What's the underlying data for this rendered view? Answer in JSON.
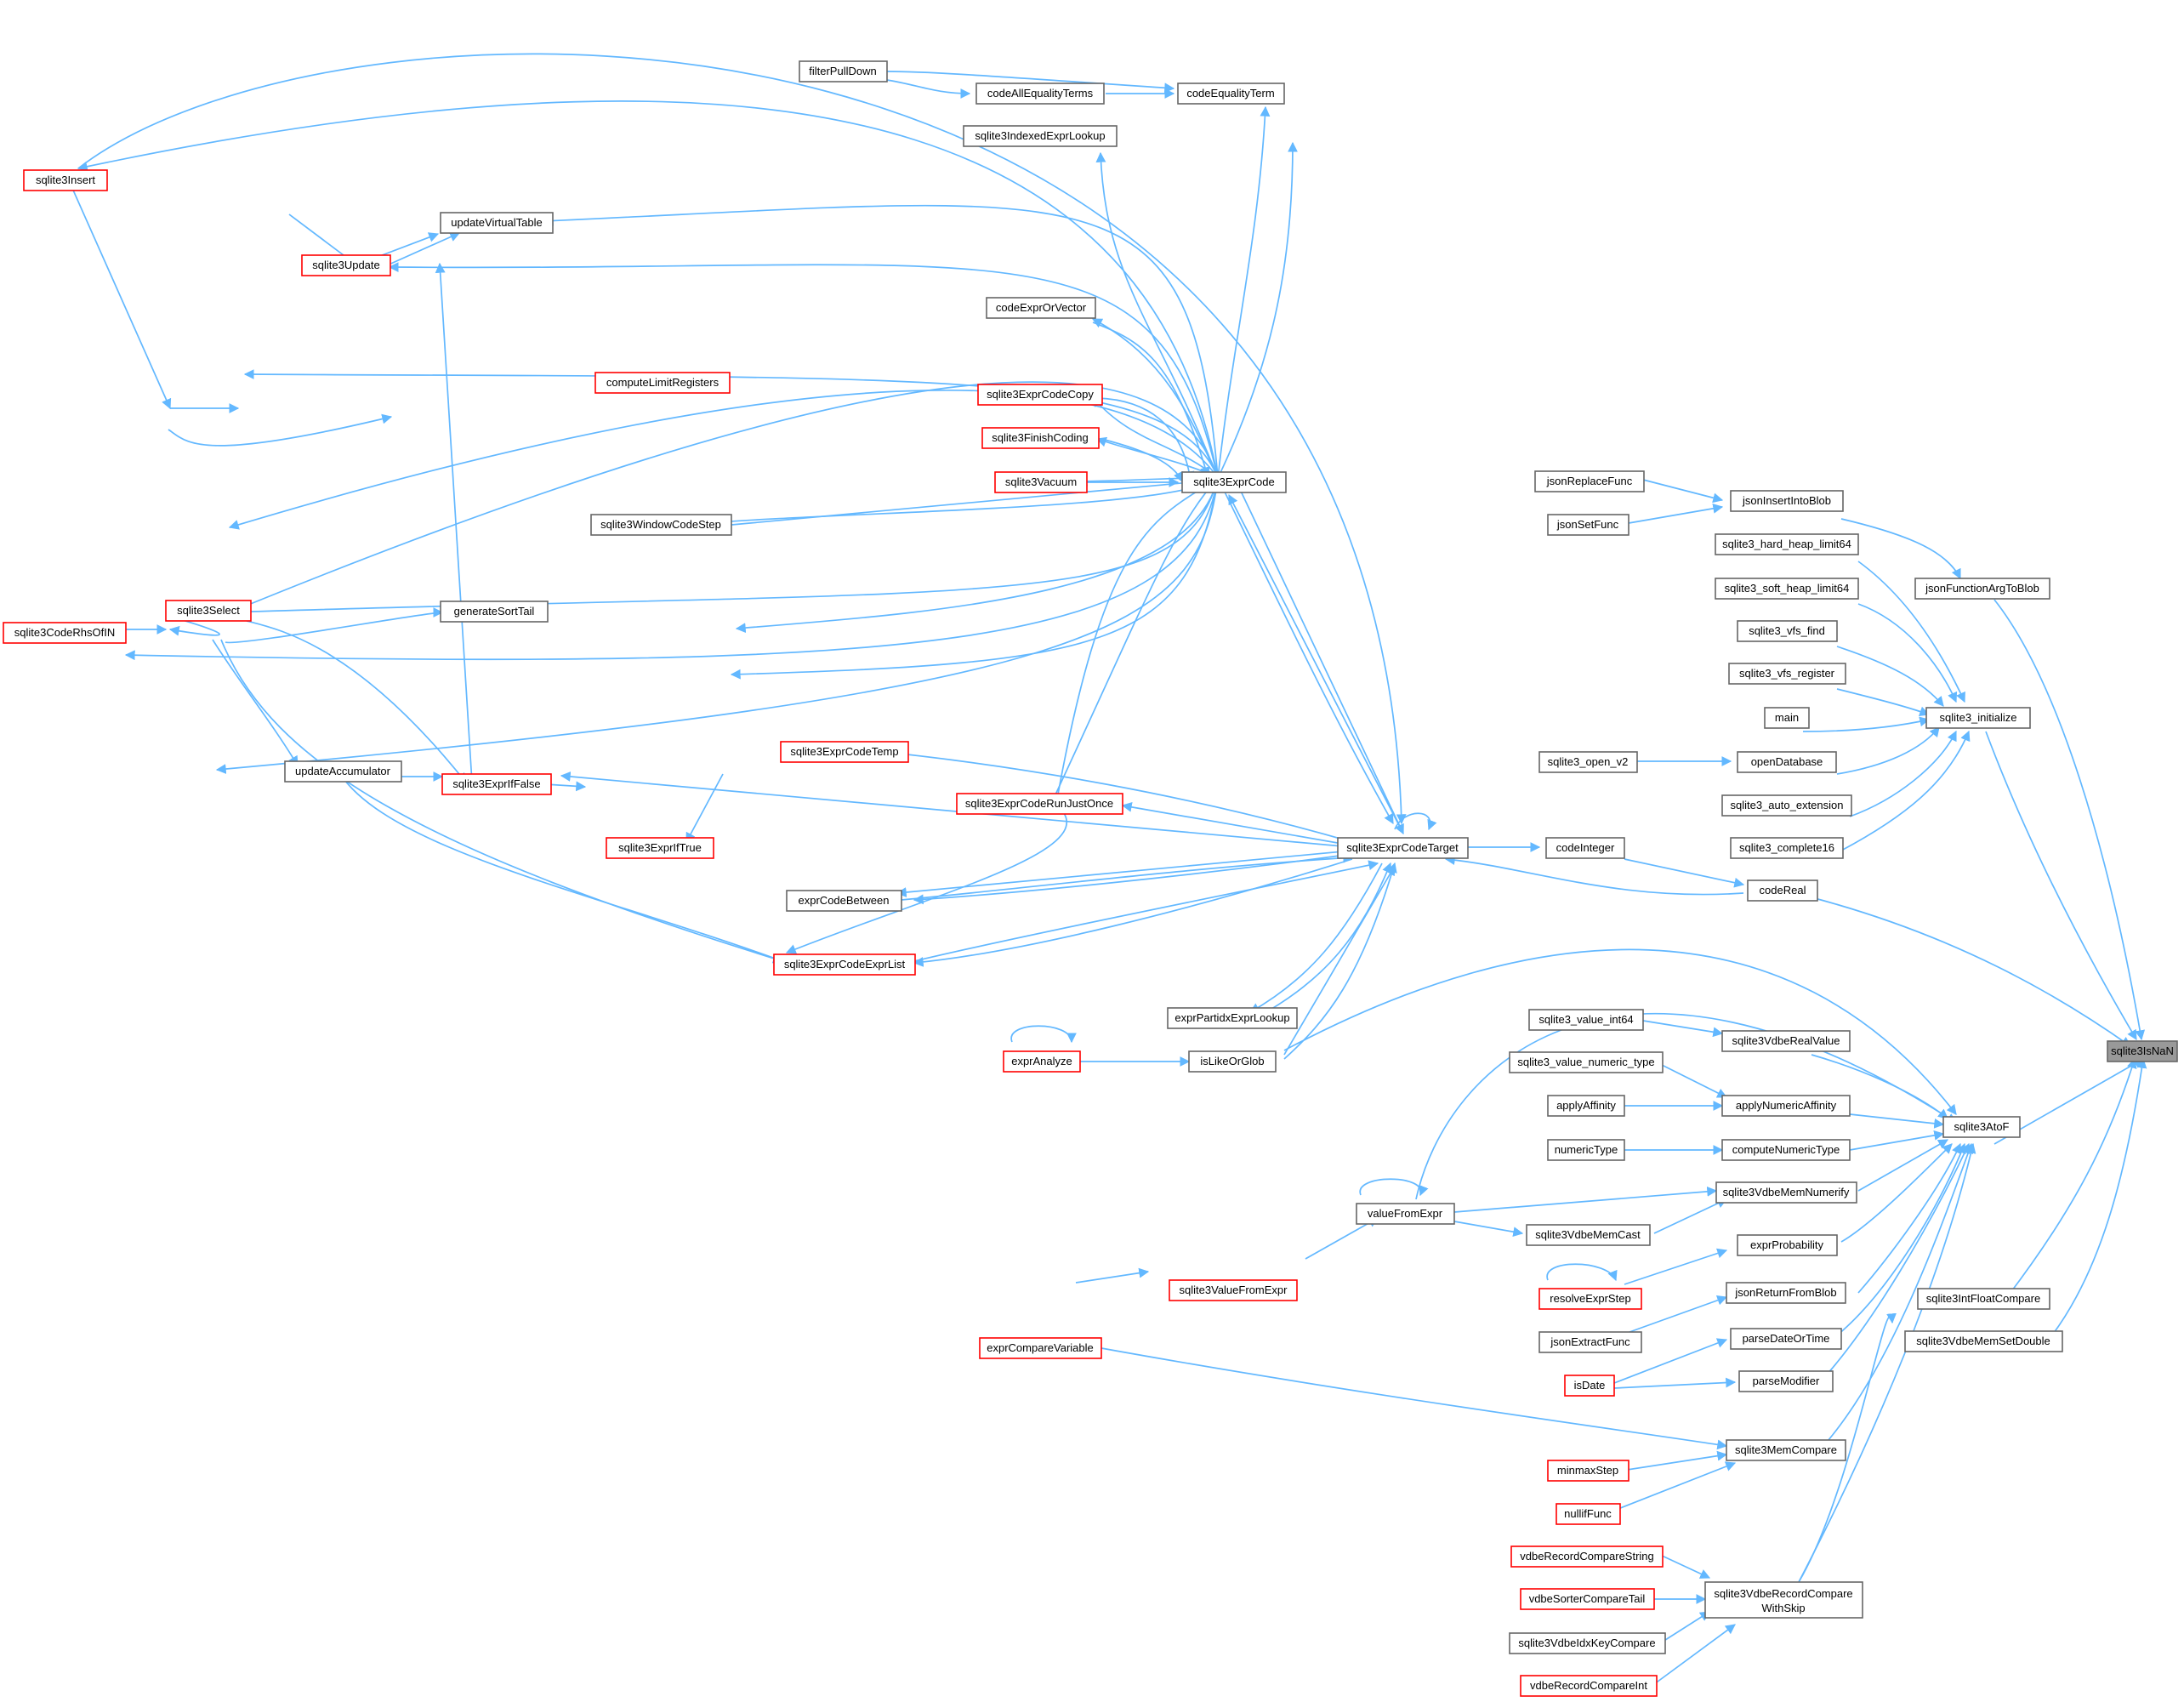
{
  "colors": {
    "edge": "#63b8ff",
    "node_border": "#666666",
    "node_border_truncated": "#ff0000",
    "target_fill": "#999999",
    "node_fill": "#ffffff",
    "text": "#000000"
  },
  "nodes": {
    "n_insert": {
      "label": "sqlite3Insert",
      "style": "red"
    },
    "n_select": {
      "label": "sqlite3Select",
      "style": "red"
    },
    "n_rhsofin": {
      "label": "sqlite3CodeRhsOfIN",
      "style": "red"
    },
    "n_update": {
      "label": "sqlite3Update",
      "style": "red"
    },
    "n_updvt": {
      "label": "updateVirtualTable",
      "style": "normal"
    },
    "n_genst": {
      "label": "generateSortTail",
      "style": "normal"
    },
    "n_winstep": {
      "label": "sqlite3WindowCodeStep",
      "style": "normal"
    },
    "n_complimit": {
      "label": "computeLimitRegisters",
      "style": "red"
    },
    "n_updacc": {
      "label": "updateAccumulator",
      "style": "normal"
    },
    "n_iffalse": {
      "label": "sqlite3ExprIfFalse",
      "style": "red"
    },
    "n_iftrue": {
      "label": "sqlite3ExprIfTrue",
      "style": "red"
    },
    "n_exprlist": {
      "label": "sqlite3ExprCodeExprList",
      "style": "red"
    },
    "n_temp": {
      "label": "sqlite3ExprCodeTemp",
      "style": "red"
    },
    "n_runonce": {
      "label": "sqlite3ExprCodeRunJustOnce",
      "style": "red"
    },
    "n_between": {
      "label": "exprCodeBetween",
      "style": "normal"
    },
    "n_filterpd": {
      "label": "filterPullDown",
      "style": "normal"
    },
    "n_coderallq": {
      "label": "codeAllEqualityTerms",
      "style": "normal"
    },
    "n_codeeqt": {
      "label": "codeEqualityTerm",
      "style": "normal"
    },
    "n_idxlookup": {
      "label": "sqlite3IndexedExprLookup",
      "style": "normal"
    },
    "n_orvector": {
      "label": "codeExprOrVector",
      "style": "normal"
    },
    "n_codecopy": {
      "label": "sqlite3ExprCodeCopy",
      "style": "red"
    },
    "n_finish": {
      "label": "sqlite3FinishCoding",
      "style": "red"
    },
    "n_vacuum": {
      "label": "sqlite3Vacuum",
      "style": "red"
    },
    "n_exprcode": {
      "label": "sqlite3ExprCode",
      "style": "normal"
    },
    "n_target": {
      "label": "sqlite3ExprCodeTarget",
      "style": "normal"
    },
    "n_partidx": {
      "label": "exprPartidxExprLookup",
      "style": "normal"
    },
    "n_exanalyze": {
      "label": "exprAnalyze",
      "style": "red"
    },
    "n_likeglob": {
      "label": "isLikeOrGlob",
      "style": "normal"
    },
    "n_codeint": {
      "label": "codeInteger",
      "style": "normal"
    },
    "n_codereal": {
      "label": "codeReal",
      "style": "normal"
    },
    "n_jreplace": {
      "label": "jsonReplaceFunc",
      "style": "normal"
    },
    "n_jset": {
      "label": "jsonSetFunc",
      "style": "normal"
    },
    "n_jinsert": {
      "label": "jsonInsertIntoBlob",
      "style": "normal"
    },
    "n_jfuncarg": {
      "label": "jsonFunctionArgToBlob",
      "style": "normal"
    },
    "n_hardheap": {
      "label": "sqlite3_hard_heap_limit64",
      "style": "normal"
    },
    "n_softheap": {
      "label": "sqlite3_soft_heap_limit64",
      "style": "normal"
    },
    "n_vfsfind": {
      "label": "sqlite3_vfs_find",
      "style": "normal"
    },
    "n_vfsreg": {
      "label": "sqlite3_vfs_register",
      "style": "normal"
    },
    "n_main": {
      "label": "main",
      "style": "normal"
    },
    "n_openv2": {
      "label": "sqlite3_open_v2",
      "style": "normal"
    },
    "n_opendb": {
      "label": "openDatabase",
      "style": "normal"
    },
    "n_autoext": {
      "label": "sqlite3_auto_extension",
      "style": "normal"
    },
    "n_complete16": {
      "label": "sqlite3_complete16",
      "style": "normal"
    },
    "n_init": {
      "label": "sqlite3_initialize",
      "style": "normal"
    },
    "n_isnan": {
      "label": "sqlite3IsNaN",
      "style": "target"
    },
    "n_valint64": {
      "label": "sqlite3_value_int64",
      "style": "normal"
    },
    "n_realvalue": {
      "label": "sqlite3VdbeRealValue",
      "style": "normal"
    },
    "n_valnumtype": {
      "label": "sqlite3_value_numeric_type",
      "style": "normal"
    },
    "n_applyaff": {
      "label": "applyAffinity",
      "style": "normal"
    },
    "n_applynumaff": {
      "label": "applyNumericAffinity",
      "style": "normal"
    },
    "n_numtype": {
      "label": "numericType",
      "style": "normal"
    },
    "n_compnumtype": {
      "label": "computeNumericType",
      "style": "normal"
    },
    "n_memnumerify": {
      "label": "sqlite3VdbeMemNumerify",
      "style": "normal"
    },
    "n_valfromexpr": {
      "label": "valueFromExpr",
      "style": "normal"
    },
    "n_memcast": {
      "label": "sqlite3VdbeMemCast",
      "style": "normal"
    },
    "n_atof": {
      "label": "sqlite3AtoF",
      "style": "normal"
    },
    "n_exprprob": {
      "label": "exprProbability",
      "style": "normal"
    },
    "n_resolvestep": {
      "label": "resolveExprStep",
      "style": "red"
    },
    "n_v3valfrom": {
      "label": "sqlite3ValueFromExpr",
      "style": "red"
    },
    "n_exprcmpvar": {
      "label": "exprCompareVariable",
      "style": "red"
    },
    "n_jretblob": {
      "label": "jsonReturnFromBlob",
      "style": "normal"
    },
    "n_jextract": {
      "label": "jsonExtractFunc",
      "style": "normal"
    },
    "n_parsedt": {
      "label": "parseDateOrTime",
      "style": "normal"
    },
    "n_isdate": {
      "label": "isDate",
      "style": "red"
    },
    "n_parsemod": {
      "label": "parseModifier",
      "style": "normal"
    },
    "n_intfloat": {
      "label": "sqlite3IntFloatCompare",
      "style": "normal"
    },
    "n_setdouble": {
      "label": "sqlite3VdbeMemSetDouble",
      "style": "normal"
    },
    "n_memcompare": {
      "label": "sqlite3MemCompare",
      "style": "normal"
    },
    "n_minmax": {
      "label": "minmaxStep",
      "style": "red"
    },
    "n_nullif": {
      "label": "nullifFunc",
      "style": "red"
    },
    "n_rcstring": {
      "label": "vdbeRecordCompareString",
      "style": "red"
    },
    "n_sortertail": {
      "label": "vdbeSorterCompareTail",
      "style": "red"
    },
    "n_idxkey": {
      "label": "sqlite3VdbeIdxKeyCompare",
      "style": "normal"
    },
    "n_rcint": {
      "label": "vdbeRecordCompareInt",
      "style": "red"
    },
    "n_rcskip": {
      "label": "sqlite3VdbeRecordCompare",
      "label2": "WithSkip",
      "style": "normal"
    }
  }
}
